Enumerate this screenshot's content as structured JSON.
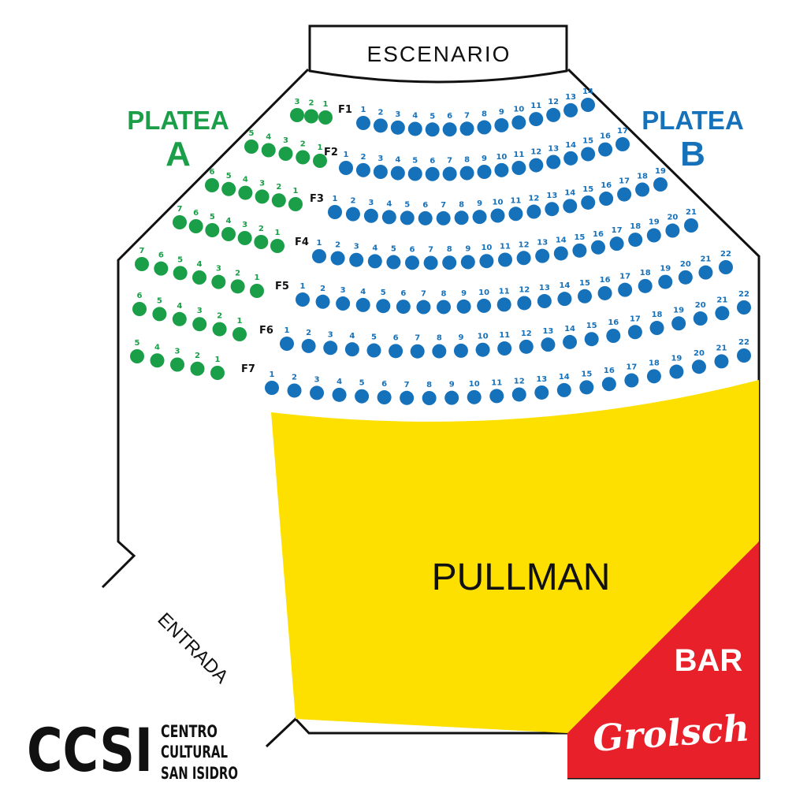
{
  "stage": {
    "label": "ESCENARIO"
  },
  "sections": {
    "platea_a": {
      "line1": "PLATEA",
      "line2": "A",
      "color": "#1a9e48"
    },
    "platea_b": {
      "line1": "PLATEA",
      "line2": "B",
      "color": "#1671bb"
    }
  },
  "rows": [
    {
      "label": "F1",
      "a": [
        "3",
        "2",
        "1"
      ],
      "b": [
        "1",
        "2",
        "3",
        "4",
        "5",
        "6",
        "7",
        "8",
        "9",
        "10",
        "11",
        "12",
        "13",
        "14"
      ]
    },
    {
      "label": "F2",
      "a": [
        "5",
        "4",
        "3",
        "2",
        "1"
      ],
      "b": [
        "1",
        "2",
        "3",
        "4",
        "5",
        "6",
        "7",
        "8",
        "9",
        "10",
        "11",
        "12",
        "13",
        "14",
        "15",
        "16",
        "17"
      ]
    },
    {
      "label": "F3",
      "a": [
        "6",
        "5",
        "4",
        "3",
        "2",
        "1"
      ],
      "b": [
        "1",
        "2",
        "3",
        "4",
        "5",
        "6",
        "7",
        "8",
        "9",
        "10",
        "11",
        "12",
        "13",
        "14",
        "15",
        "16",
        "17",
        "18",
        "19"
      ]
    },
    {
      "label": "F4",
      "a": [
        "7",
        "6",
        "5",
        "4",
        "3",
        "2",
        "1"
      ],
      "b": [
        "1",
        "2",
        "3",
        "4",
        "5",
        "6",
        "7",
        "8",
        "9",
        "10",
        "11",
        "12",
        "13",
        "14",
        "15",
        "16",
        "17",
        "18",
        "19",
        "20",
        "21"
      ]
    },
    {
      "label": "F5",
      "a": [
        "7",
        "6",
        "5",
        "4",
        "3",
        "2",
        "1"
      ],
      "b": [
        "1",
        "2",
        "3",
        "4",
        "5",
        "6",
        "7",
        "8",
        "9",
        "10",
        "11",
        "12",
        "13",
        "14",
        "15",
        "16",
        "17",
        "18",
        "19",
        "20",
        "21",
        "22"
      ]
    },
    {
      "label": "F6",
      "a": [
        "6",
        "5",
        "4",
        "3",
        "2",
        "1"
      ],
      "b": [
        "1",
        "2",
        "3",
        "4",
        "5",
        "6",
        "7",
        "8",
        "9",
        "10",
        "11",
        "12",
        "13",
        "14",
        "15",
        "16",
        "17",
        "18",
        "19",
        "20",
        "21",
        "22"
      ]
    },
    {
      "label": "F7",
      "a": [
        "5",
        "4",
        "3",
        "2",
        "1"
      ],
      "b": [
        "1",
        "2",
        "3",
        "4",
        "5",
        "6",
        "7",
        "8",
        "9",
        "10",
        "11",
        "12",
        "13",
        "14",
        "15",
        "16",
        "17",
        "18",
        "19",
        "20",
        "21",
        "22"
      ]
    }
  ],
  "pullman": {
    "label": "PULLMAN",
    "color": "#fde000"
  },
  "bar": {
    "label": "BAR",
    "brand": "Grolsch",
    "color": "#e8202a"
  },
  "entrance": {
    "label": "ENTRADA"
  },
  "logo": {
    "mark": "CCSI",
    "line1": "CENTRO",
    "line2": "CULTURAL",
    "line3": "SAN ISIDRO"
  }
}
